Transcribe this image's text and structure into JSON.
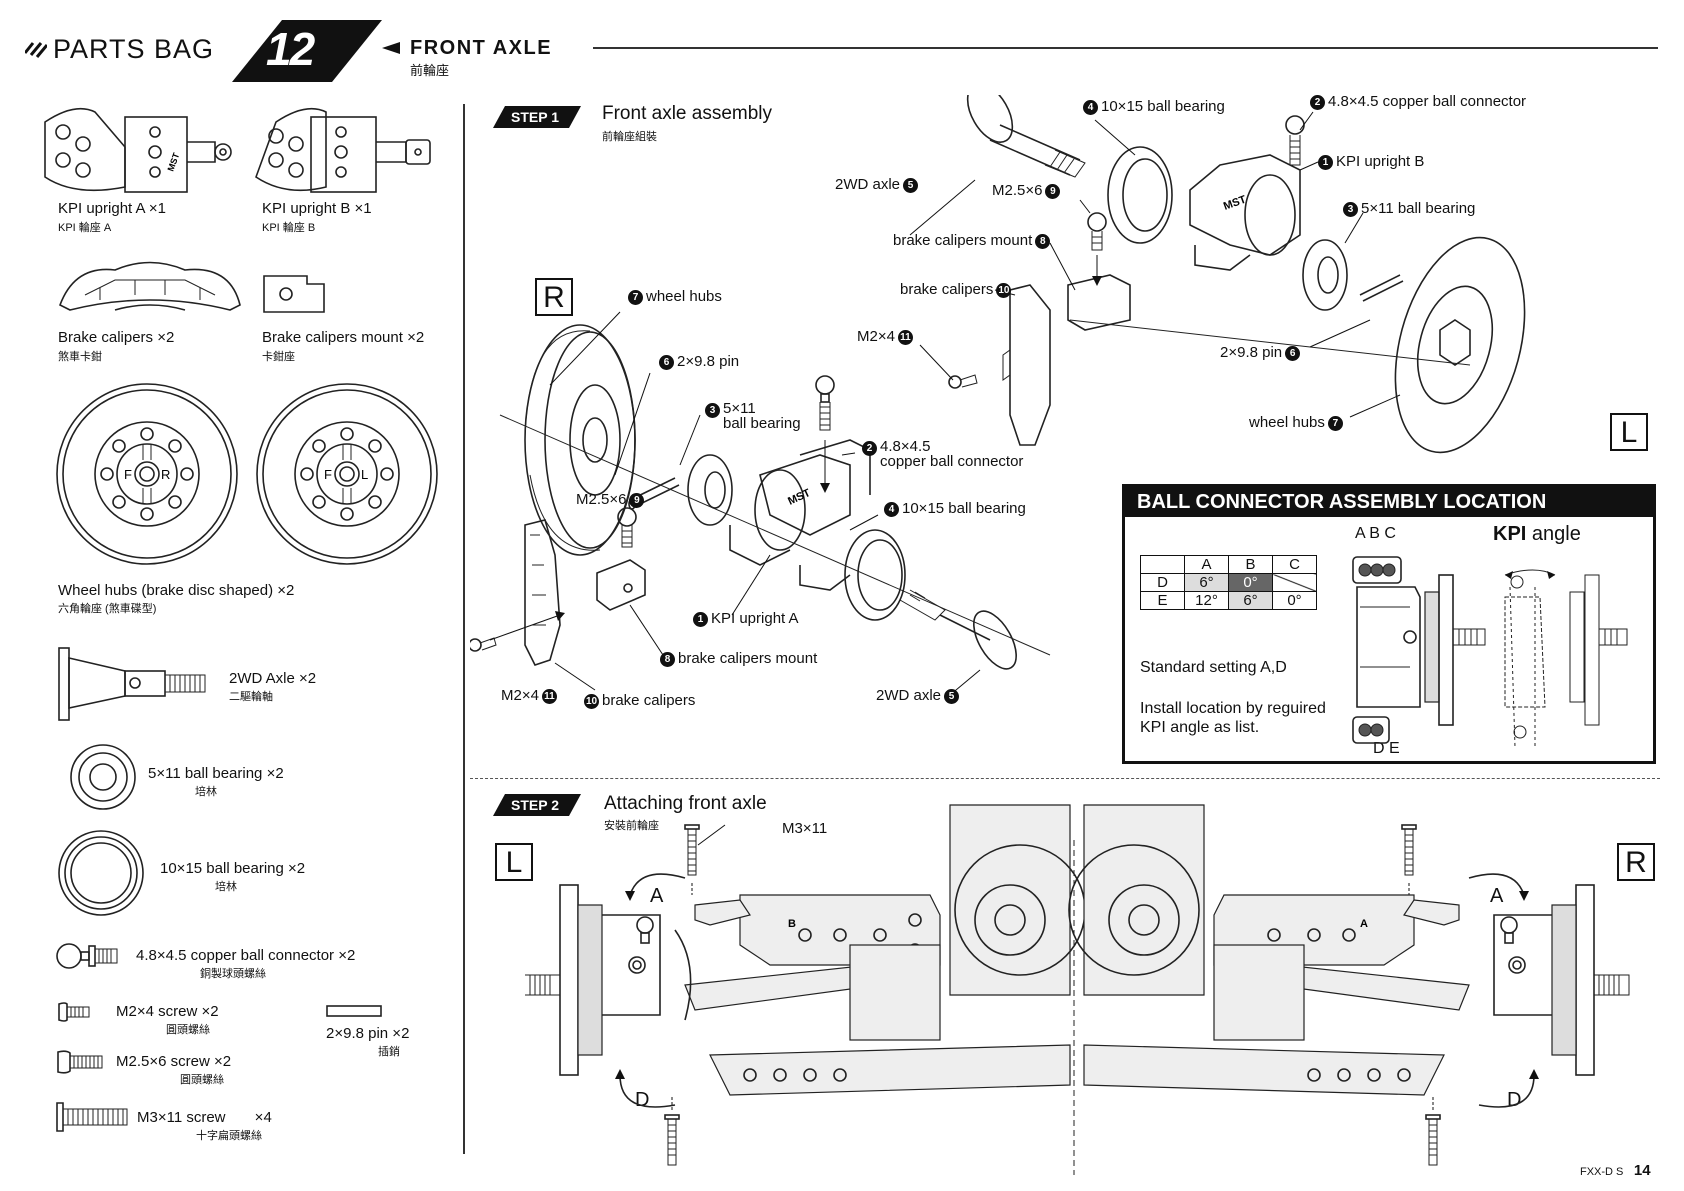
{
  "header": {
    "parts_bag_label": "PARTS BAG",
    "bag_number": "12",
    "section_title": "FRONT AXLE",
    "section_title_zh": "前輪座"
  },
  "parts": [
    {
      "en": "KPI upright A  ×1",
      "zh": "KPI 輪座 A"
    },
    {
      "en": "KPI upright B  ×1",
      "zh": "KPI 輪座 B"
    },
    {
      "en": "Brake calipers  ×2",
      "zh": "煞車卡鉗"
    },
    {
      "en": "Brake calipers mount  ×2",
      "zh": "卡鉗座"
    },
    {
      "en": "Wheel hubs (brake disc shaped)  ×2",
      "zh": "六角輪座 (煞車碟型)"
    },
    {
      "en": "2WD Axle  ×2",
      "zh": "二驅輪軸"
    },
    {
      "en": "5×11 ball bearing  ×2",
      "zh": "培林"
    },
    {
      "en": "10×15 ball bearing  ×2",
      "zh": "培林"
    },
    {
      "en": "4.8×4.5 copper ball connector  ×2",
      "zh": "銅製球頭螺絲"
    },
    {
      "en": "M2×4 screw  ×2",
      "zh": "圓頭螺絲"
    },
    {
      "en": "2×9.8 pin  ×2",
      "zh": "插銷"
    },
    {
      "en": "M2.5×6 screw  ×2",
      "zh": "圓頭螺絲"
    },
    {
      "en": "M3×11 screw       ×4",
      "zh": "十字扁頭螺絲"
    }
  ],
  "step1": {
    "badge": "STEP 1",
    "title": "Front axle assembly",
    "title_zh": "前輪座組裝",
    "side_right": "R",
    "side_left": "L",
    "right_callouts": {
      "wheel_hubs": {
        "num": "7",
        "text": "wheel hubs"
      },
      "pin": {
        "num": "6",
        "text": "2×9.8 pin"
      },
      "bearing_small": {
        "num": "3",
        "text": "5×11\nball bearing"
      },
      "ball_connector": {
        "num": "2",
        "text": "4.8×4.5\ncopper ball connector"
      },
      "screw_m25": {
        "text": "M2.5×6",
        "num": "9"
      },
      "bearing_large": {
        "num": "4",
        "text": "10×15 ball bearing"
      },
      "upright": {
        "num": "1",
        "text": "KPI upright A"
      },
      "mount": {
        "num": "8",
        "text": "brake calipers mount"
      },
      "screw_m2": {
        "text": "M2×4",
        "num": "11"
      },
      "calipers": {
        "num": "10",
        "text": "brake calipers"
      },
      "axle": {
        "text": "2WD axle",
        "num": "5"
      }
    },
    "left_callouts": {
      "bearing_large": {
        "num": "4",
        "text": "10×15 ball bearing"
      },
      "ball_connector": {
        "num": "2",
        "text": "4.8×4.5 copper ball connector"
      },
      "axle": {
        "text": "2WD axle",
        "num": "5"
      },
      "screw_m25": {
        "text": "M2.5×6",
        "num": "9"
      },
      "upright": {
        "num": "1",
        "text": "KPI upright B"
      },
      "mount": {
        "text": "brake calipers mount",
        "num": "8"
      },
      "bearing_small": {
        "num": "3",
        "text": "5×11 ball bearing"
      },
      "calipers": {
        "text": "brake calipers",
        "num": "10"
      },
      "screw_m2": {
        "text": "M2×4",
        "num": "11"
      },
      "pin": {
        "text": "2×9.8 pin",
        "num": "6"
      },
      "wheel_hubs": {
        "text": "wheel hubs",
        "num": "7"
      }
    }
  },
  "ball_connector": {
    "title": "BALL CONNECTOR ASSEMBLY LOCATION",
    "table": {
      "columns": [
        "",
        "A",
        "B",
        "C"
      ],
      "rows": [
        [
          "D",
          "6°",
          "0°",
          ""
        ],
        [
          "E",
          "12°",
          "6°",
          "0°"
        ]
      ],
      "highlight_cell": {
        "row": 0,
        "col": 2
      }
    },
    "top_labels": "A B C",
    "bottom_labels": "D E",
    "standard_note": "Standard setting A,D",
    "install_note": "Install location by reguired\nKPI angle as list.",
    "kpi_bold": "KPI",
    "kpi_rest": " angle"
  },
  "step2": {
    "badge": "STEP 2",
    "title": "Attaching front axle",
    "title_zh": "安裝前輪座",
    "side_left": "L",
    "side_right": "R",
    "screw_label": "M3×11",
    "pos_a": "A",
    "pos_d": "D",
    "arm_b": "B",
    "arm_a": "A"
  },
  "footer": {
    "model": "FXX-D S",
    "page": "14"
  }
}
